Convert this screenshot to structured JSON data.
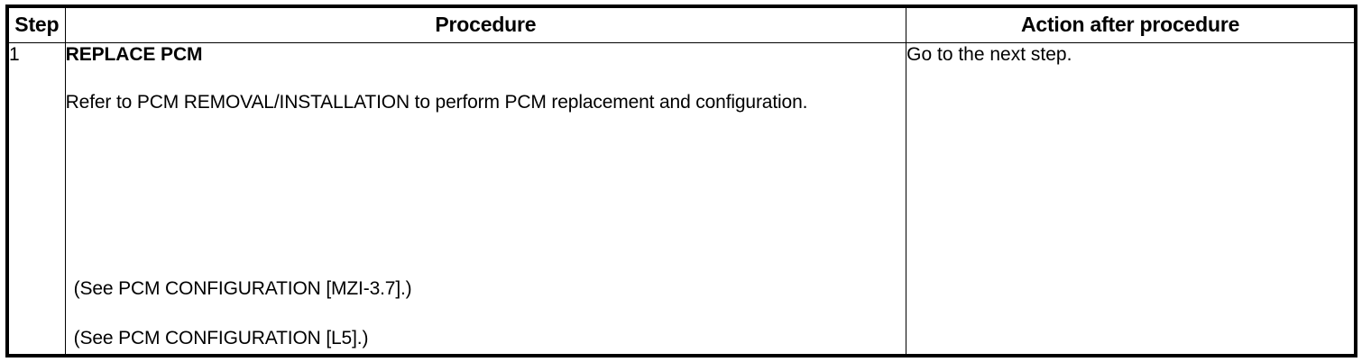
{
  "table": {
    "headers": {
      "step": "Step",
      "procedure": "Procedure",
      "action": "Action after procedure"
    },
    "rows": [
      {
        "step": "1",
        "procedure": {
          "title": "REPLACE PCM",
          "body": "Refer to PCM REMOVAL/INSTALLATION to perform PCM replacement and configuration.",
          "references": [
            "(See PCM CONFIGURATION [MZI-3.7].)",
            "(See PCM CONFIGURATION [L5].)"
          ]
        },
        "action": "Go to the next step."
      }
    ]
  },
  "colors": {
    "border": "#000000",
    "text": "#000000",
    "background": "#ffffff"
  }
}
